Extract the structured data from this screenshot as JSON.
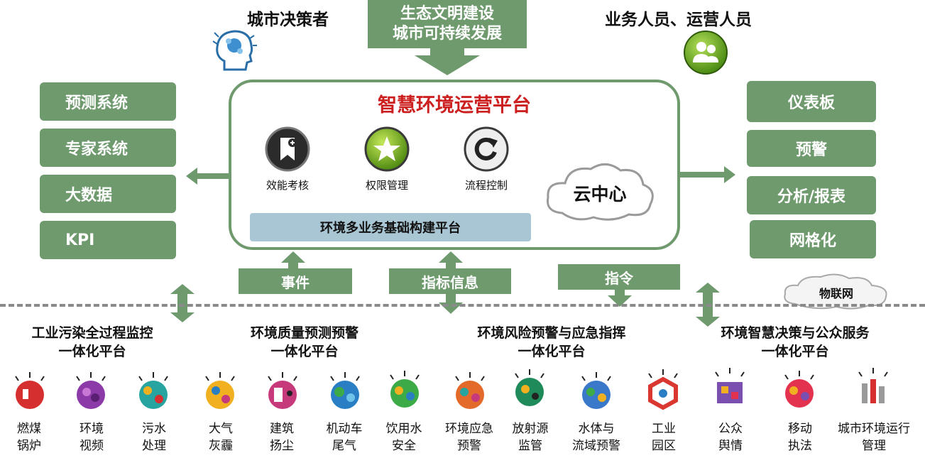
{
  "top": {
    "left_title": "城市决策者",
    "center_lines": [
      "生态文明建设",
      "城市可持续发展"
    ],
    "right_title": "业务人员、运营人员"
  },
  "left_systems": [
    "预测系统",
    "专家系统",
    "大数据",
    "KPI"
  ],
  "right_outputs": [
    "仪表板",
    "预警",
    "分析/报表",
    "网格化"
  ],
  "platform": {
    "title": "智慧环境运营平台",
    "features": [
      {
        "label": "效能考核",
        "icon": "bookmark-plus-icon"
      },
      {
        "label": "权限管理",
        "icon": "star-icon"
      },
      {
        "label": "流程控制",
        "icon": "refresh-icon"
      }
    ],
    "cloud": "云中心",
    "base": "环境多业务基础构建平台"
  },
  "connectors": {
    "event": "事件",
    "indicator": "指标信息",
    "command": "指令",
    "iot": "物联网"
  },
  "sections": [
    {
      "lines": [
        "工业污染全过程监控",
        "一体化平台"
      ]
    },
    {
      "lines": [
        "环境质量预测预警",
        "一体化平台"
      ]
    },
    {
      "lines": [
        "环境风险预警与应急指挥",
        "一体化平台"
      ]
    },
    {
      "lines": [
        "环境智慧决策与公众服务",
        "一体化平台"
      ]
    }
  ],
  "bottom_items": [
    {
      "lines": [
        "燃煤",
        "锅炉"
      ],
      "color": "#d62f2f"
    },
    {
      "lines": [
        "环境",
        "视频"
      ],
      "color": "#8b3aa8"
    },
    {
      "lines": [
        "污水",
        "处理"
      ],
      "color": "#27a3a0"
    },
    {
      "lines": [
        "大气",
        "灰霾"
      ],
      "color": "#f0b020"
    },
    {
      "lines": [
        "建筑",
        "扬尘"
      ],
      "color": "#c63a7c"
    },
    {
      "lines": [
        "机动车",
        "尾气"
      ],
      "color": "#2a7fc4"
    },
    {
      "lines": [
        "饮用水",
        "安全"
      ],
      "color": "#3daa48"
    },
    {
      "lines": [
        "环境应急",
        "预警"
      ],
      "color": "#e36a2a"
    },
    {
      "lines": [
        "放射源",
        "监管"
      ],
      "color": "#1f8a5a"
    },
    {
      "lines": [
        "水体与",
        "流域预警"
      ],
      "color": "#3a78c9"
    },
    {
      "lines": [
        "工业",
        "园区"
      ],
      "color": "#d9372f"
    },
    {
      "lines": [
        "公众",
        "舆情"
      ],
      "color": "#7b4fb0"
    },
    {
      "lines": [
        "移动",
        "执法"
      ],
      "color": "#e3324f"
    },
    {
      "lines": [
        "城市环境运行",
        "管理"
      ],
      "color": "#9a9a9a"
    }
  ],
  "colors": {
    "accent": "#6f9a6e",
    "title_red": "#cc1f1f",
    "base_blue": "#a9c6d4"
  }
}
